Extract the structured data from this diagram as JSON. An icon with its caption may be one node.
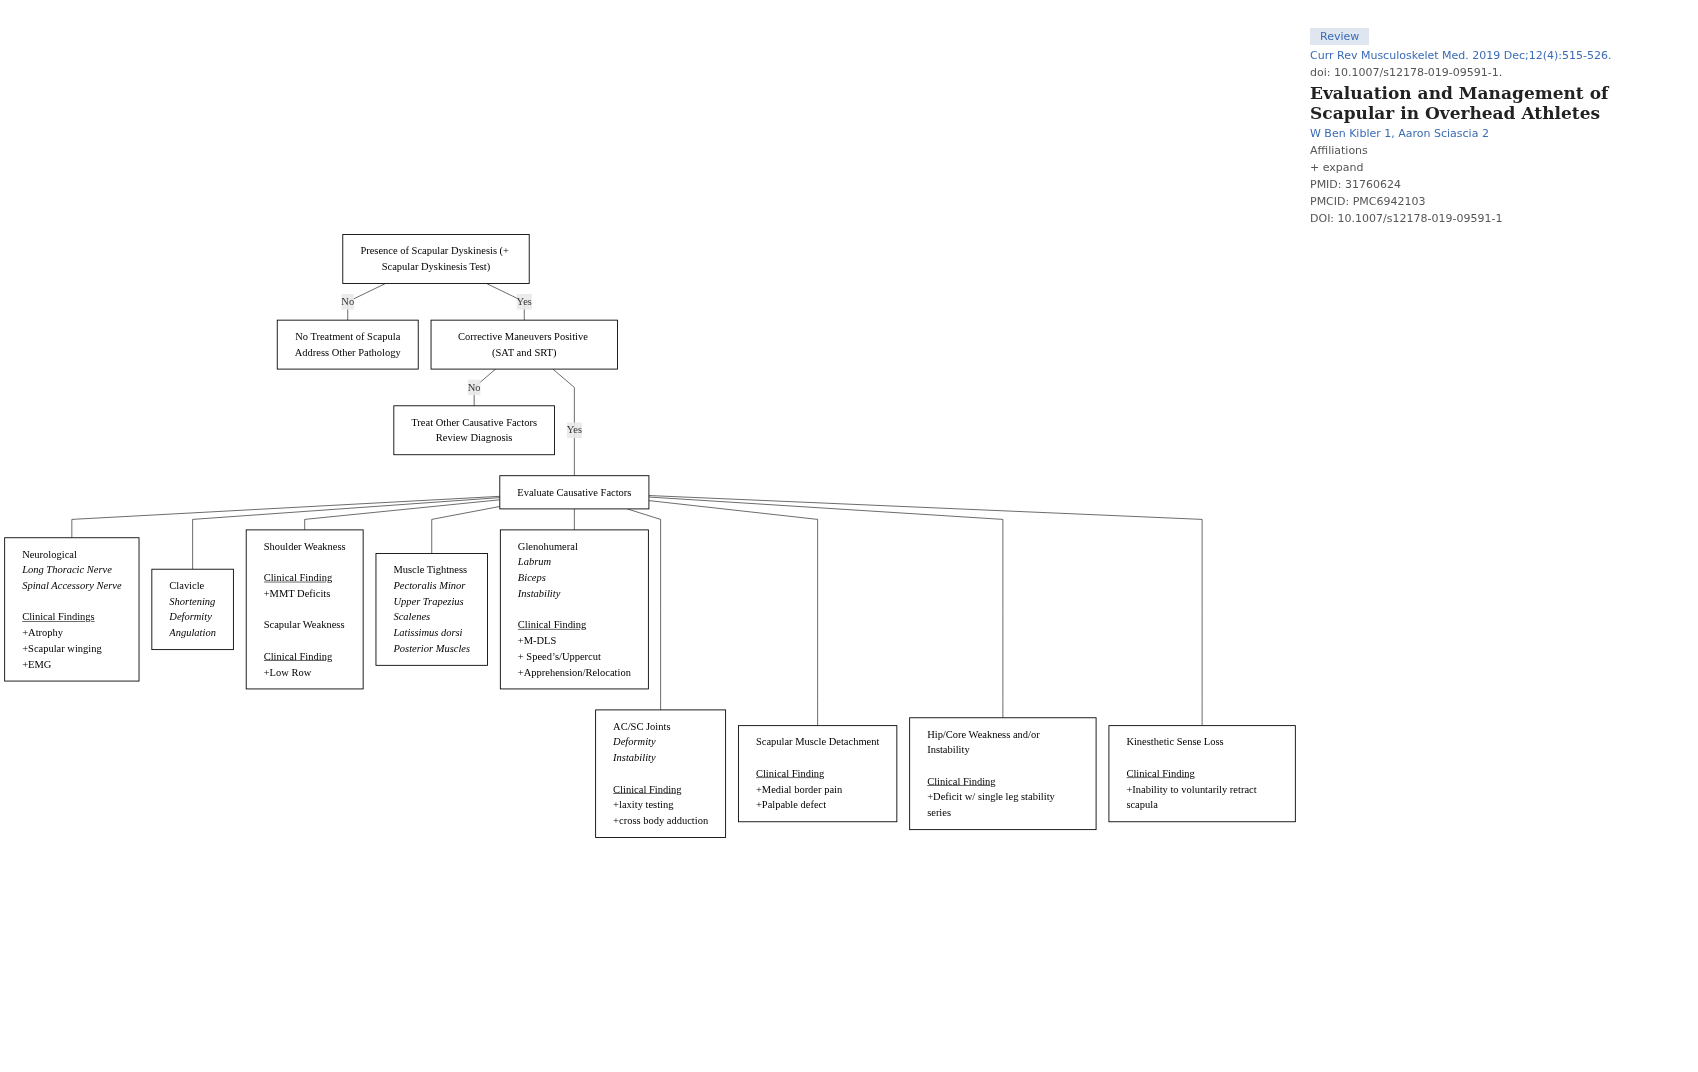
{
  "diagram": {
    "nodes": [
      {
        "text": [
          "Presence of Scapular Dyskinesis (+ Scapular Dyskinesis Test)"
        ]
      },
      {
        "text": [
          "No Treatment of Scapula",
          "Address Other Pathology"
        ]
      },
      {
        "text": [
          "Corrective Maneuvers Positive (SAT and SRT)"
        ]
      },
      {
        "text": [
          "Treat Other Causative Factors",
          "Review Diagnosis"
        ]
      },
      {
        "text": [
          "Evaluate Causative Factors"
        ]
      },
      {
        "text": [
          "Neurological",
          "Long Thoracic Nerve",
          "Spinal Accessory Nerve",
          "Clinical Findings",
          "+Atrophy",
          "+Scapular winging",
          "+EMG"
        ]
      },
      {
        "text": [
          "Clavicle",
          "Shortening",
          "Deformity",
          "Angulation"
        ]
      },
      {
        "text": [
          "Shoulder Weakness",
          "Clinical Finding",
          "+MMT Deficits",
          "Scapular Weakness",
          "Clinical Finding",
          "+Low Row"
        ]
      },
      {
        "text": [
          "Muscle Tightness",
          "Pectoralis Minor",
          "Upper Trapezius",
          "Scalenes",
          "Latissimus dorsi",
          "Posterior Muscles"
        ]
      },
      {
        "text": [
          "Glenohumeral",
          "Labrum",
          "Biceps",
          "Instability",
          "Clinical Finding",
          "+M-DLS",
          "+ Speed’s/Uppercut",
          "+Apprehension/Relocation"
        ]
      },
      {
        "text": [
          "AC/SC Joints",
          "Deformity",
          "Instability",
          "Clinical Finding",
          "+laxity testing",
          "+cross body adduction"
        ]
      },
      {
        "text": [
          "Scapular Muscle Detachment",
          "Clinical Finding",
          "+Medial border pain",
          "+Palpable defect"
        ]
      },
      {
        "text": [
          "Hip/Core Weakness and/or Instability",
          "Clinical Finding",
          "+Deficit w/ single leg stability series"
        ]
      },
      {
        "text": [
          "Kinesthetic Sense Loss",
          "Clinical Finding",
          "+Inability to voluntarily retract scapula"
        ]
      }
    ],
    "edges": [
      {
        "from": 0,
        "to": 1,
        "arrow": "none",
        "label": "No"
      },
      {
        "from": 0,
        "to": 2,
        "arrow": "none",
        "label": "Yes"
      },
      {
        "from": 2,
        "to": 3,
        "arrow": "none",
        "label": "No"
      },
      {
        "from": 2,
        "to": 4,
        "arrow": "none",
        "label": "Yes"
      },
      {
        "from": 4,
        "to": 5,
        "arrow": "none"
      },
      {
        "from": 4,
        "to": 6,
        "arrow": "none"
      },
      {
        "from": 4,
        "to": 7,
        "arrow": "none"
      },
      {
        "from": 4,
        "to": 8,
        "arrow": "none"
      },
      {
        "from": 4,
        "to": 9,
        "arrow": "none"
      },
      {
        "from": 4,
        "to": 10,
        "arrow": "none"
      },
      {
        "from": 4,
        "to": 11,
        "arrow": "none"
      },
      {
        "from": 4,
        "to": 12,
        "arrow": "none"
      },
      {
        "from": 4,
        "to": 13,
        "arrow": "none"
      }
    ],
    "labels": [
      "Review",
      "Curr Rev Musculoskelet Med. 2019 Dec;12(4):515-526.",
      "doi: 10.1007/s12178-019-09591-1.",
      "Evaluation and Management of Scapular in Overhead Athletes",
      "W Ben Kibler 1, Aaron Sciascia 2",
      "Affiliations",
      "+ expand",
      "PMID: 31760624",
      "PMCID: PMC6942103",
      "DOI: 10.1007/s12178-019-09591-1"
    ]
  }
}
